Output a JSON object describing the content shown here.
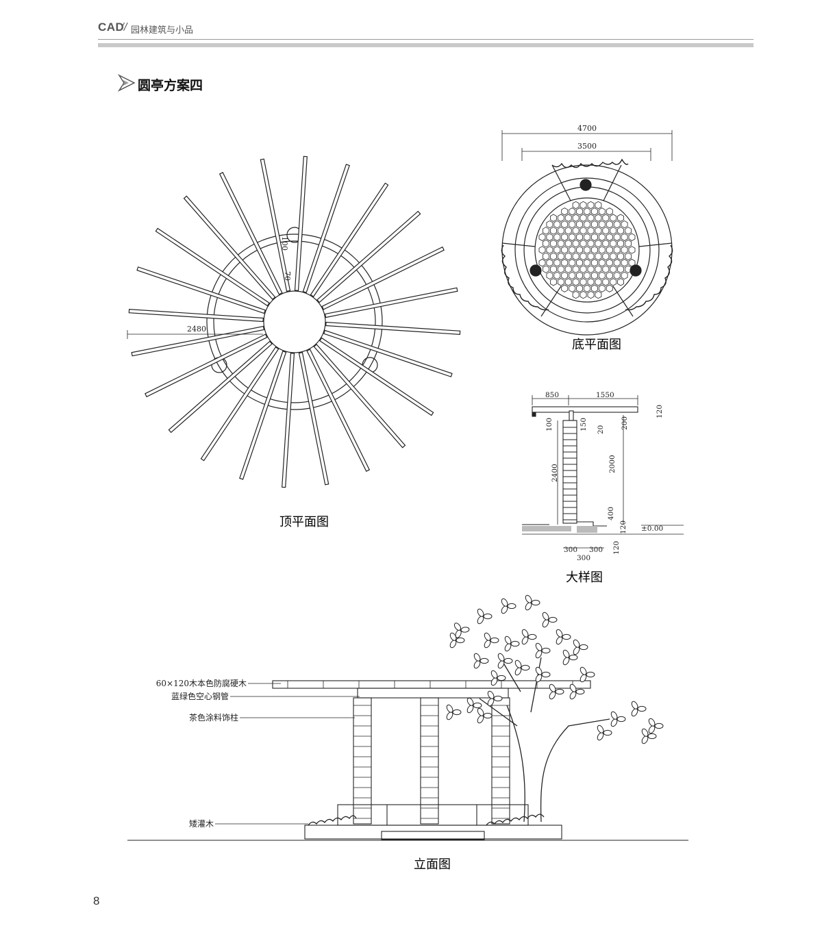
{
  "header": {
    "brand": "CAD",
    "separator": "//",
    "book_title": "园林建筑与小品"
  },
  "section": {
    "title": "圆亭方案四"
  },
  "top_plan": {
    "caption": "顶平面图",
    "dims": {
      "d1": "100",
      "d2": "70",
      "d3": "2480"
    }
  },
  "bottom_plan": {
    "caption": "底平面图",
    "dims": {
      "outer": "4700",
      "inner": "3500"
    }
  },
  "detail": {
    "caption": "大样图",
    "dims": {
      "top_left": "850",
      "top_right": "1550",
      "r120": "120",
      "r200": "200",
      "r150": "150",
      "r20": "20",
      "l100": "100",
      "l2400": "2400",
      "r2000": "2000",
      "r400": "400",
      "r120b": "120",
      "r120c": "120",
      "level": "±0.00",
      "b300a": "300",
      "b300b": "300",
      "b300c": "300"
    }
  },
  "elevation": {
    "caption": "立面图",
    "labels": {
      "wood": "60×120木本色防腐硬木",
      "pipe": "蓝绿色空心钢管",
      "column": "茶色涂料饰柱",
      "shrub": "矮灌木"
    }
  },
  "page_number": "8"
}
